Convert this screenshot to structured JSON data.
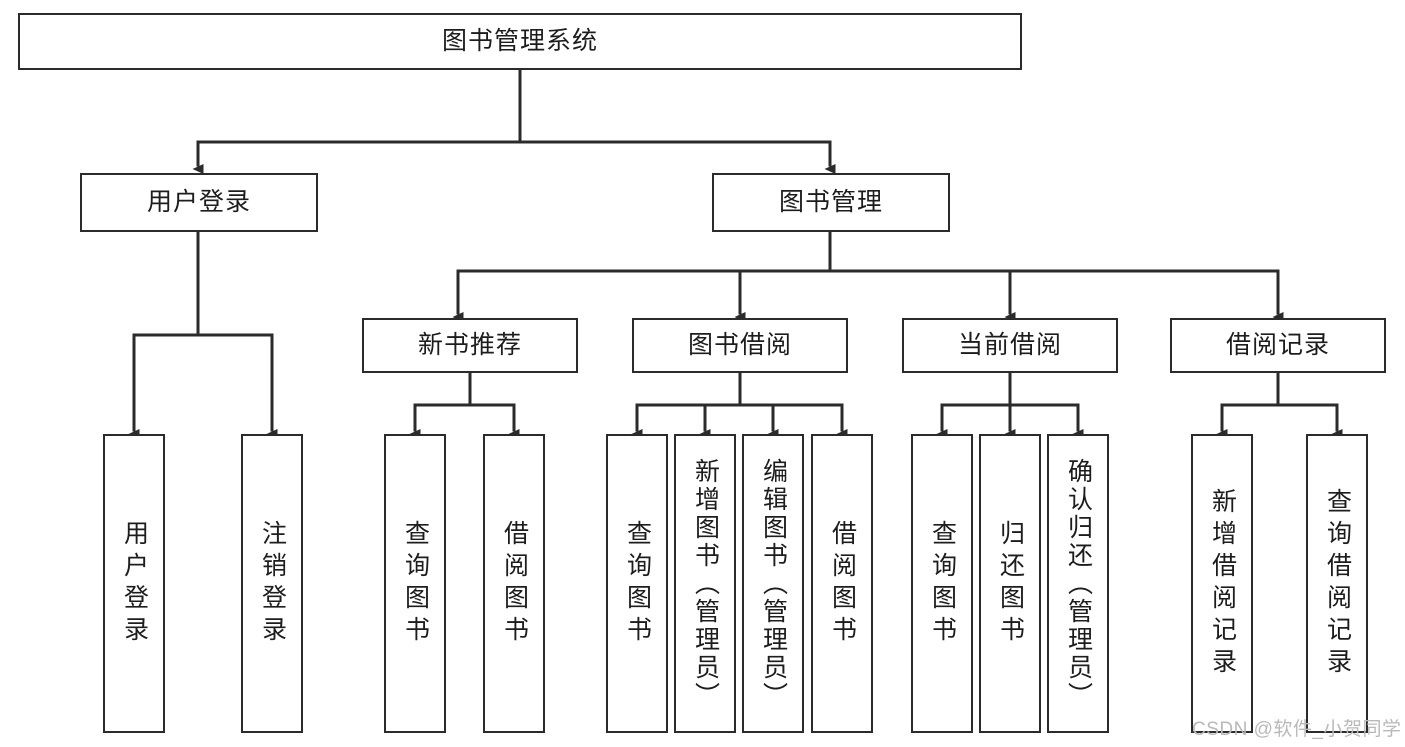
{
  "diagram": {
    "type": "tree",
    "title": "图书管理系统",
    "orientation": "top-down",
    "edge_color": "#2b2b2b",
    "node_border_color": "#2b2b2b",
    "node_fill_color": "#ffffff",
    "text_color": "#1d1d1d"
  },
  "root": {
    "label": "图书管理系统"
  },
  "level2": [
    {
      "label": "用户登录"
    },
    {
      "label": "图书管理"
    }
  ],
  "level3": [
    {
      "label": "新书推荐"
    },
    {
      "label": "图书借阅"
    },
    {
      "label": "当前借阅"
    },
    {
      "label": "借阅记录"
    }
  ],
  "leaves": {
    "user_login": [
      {
        "label": "用户登录"
      },
      {
        "label": "注销登录"
      }
    ],
    "new_book": [
      {
        "label": "查询图书"
      },
      {
        "label": "借阅图书"
      }
    ],
    "book_borrow": [
      {
        "label": "查询图书"
      },
      {
        "label": "新增图书（管理员）"
      },
      {
        "label": "编辑图书（管理员）"
      },
      {
        "label": "借阅图书"
      }
    ],
    "current_borrow": [
      {
        "label": "查询图书"
      },
      {
        "label": "归还图书"
      },
      {
        "label": "确认归还（管理员）"
      }
    ],
    "borrow_record": [
      {
        "label": "新增借阅记录"
      },
      {
        "label": "查询借阅记录"
      }
    ]
  },
  "watermark": {
    "text": "CSDN @软件_小贺同学",
    "color": "#b9b9b9"
  }
}
